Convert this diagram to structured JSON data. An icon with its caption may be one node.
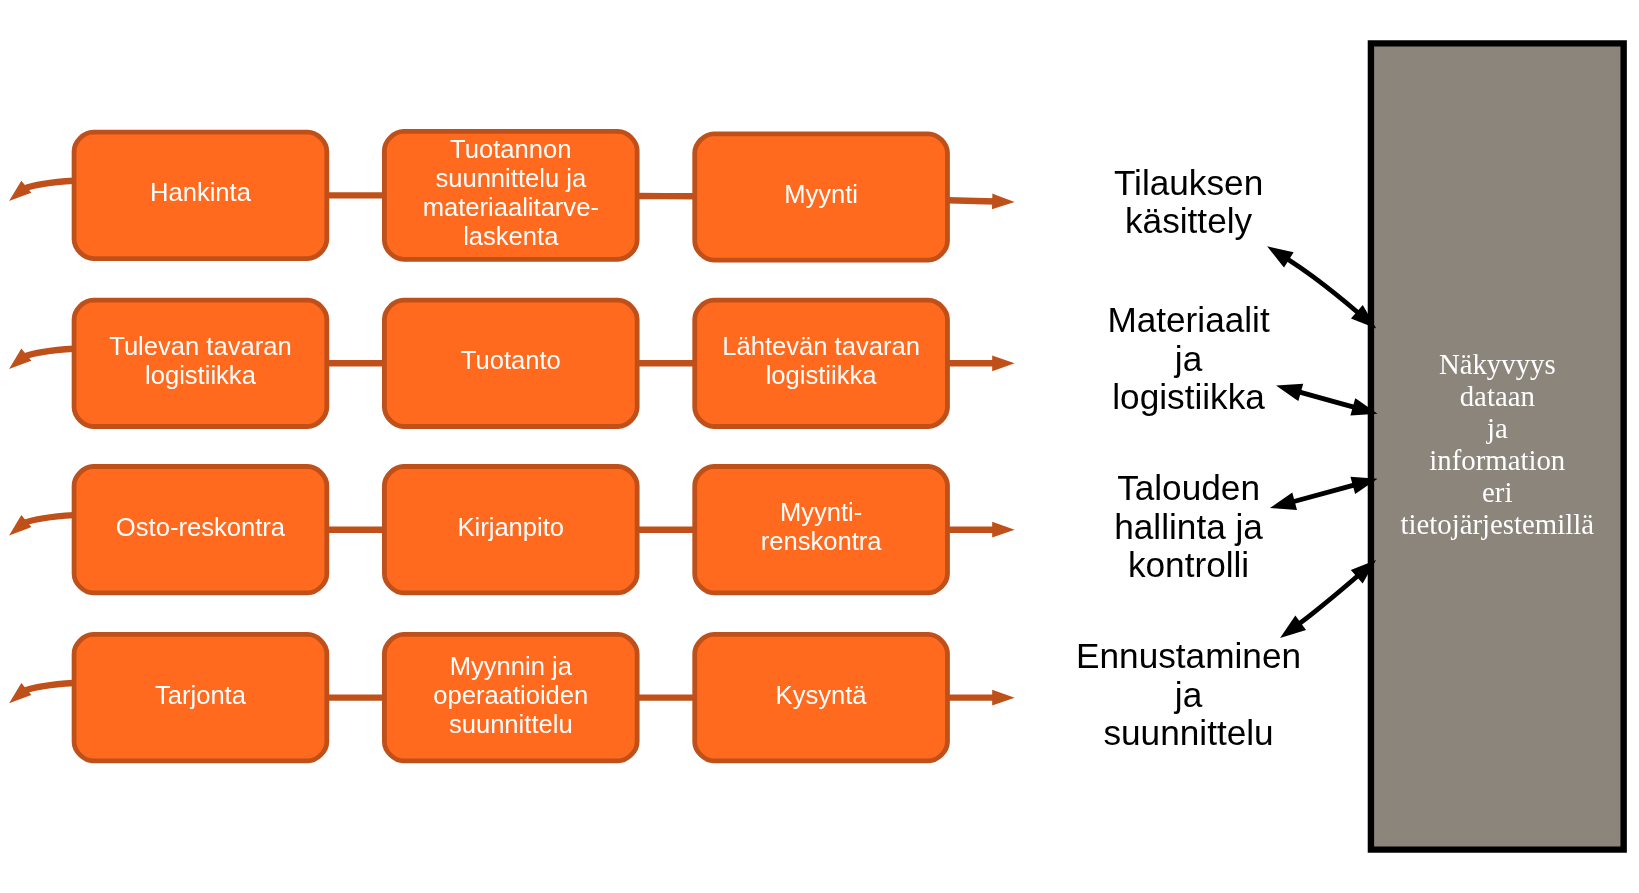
{
  "diagram": {
    "nodes": [
      {
        "text": [
          "Tarjonta"
        ]
      },
      {
        "text": [
          "Myynnin ja operaatioiden suunnittelu"
        ]
      },
      {
        "text": [
          "Kysyntä"
        ]
      },
      {
        "text": [
          "Ennustaminen ja suunnittelu"
        ]
      },
      {
        "text": [
          "Hankinta"
        ]
      },
      {
        "text": [
          "Tuotannon suunnittelu ja materiaalitarve-laskenta"
        ]
      },
      {
        "text": [
          "Myynti"
        ]
      },
      {
        "text": [
          "Tilauksen käsittely"
        ]
      },
      {
        "text": [
          "Tulevan tavaran logistiikka"
        ]
      },
      {
        "text": [
          "Tuotanto"
        ]
      },
      {
        "text": [
          "Lähtevän tavaran logistiikka"
        ]
      },
      {
        "text": [
          "Materiaalit ja logistiikka"
        ]
      },
      {
        "text": [
          "Osto-reskontra"
        ]
      },
      {
        "text": [
          "Kirjanpito"
        ]
      },
      {
        "text": [
          "Myynti-renskontra"
        ]
      },
      {
        "text": [
          "Talouden hallinta ja kontrolli"
        ]
      },
      {
        "text": [
          "Näkyvyys dataan ja information eri tietojärjestemillä"
        ]
      }
    ],
    "edges": [
      {
        "from": 0,
        "to": null,
        "arrow": "to"
      },
      {
        "from": 0,
        "to": 1,
        "arrow": "none"
      },
      {
        "from": 1,
        "to": 2,
        "arrow": "none"
      },
      {
        "from": 2,
        "to": null,
        "arrow": "to"
      },
      {
        "from": 3,
        "to": 16,
        "arrow": "both",
        "color": "#000000"
      },
      {
        "from": 4,
        "to": null,
        "arrow": "to"
      },
      {
        "from": 4,
        "to": 5,
        "arrow": "none"
      },
      {
        "from": 5,
        "to": 6,
        "arrow": "none"
      },
      {
        "from": 6,
        "to": null,
        "arrow": "to"
      },
      {
        "from": 7,
        "to": 16,
        "arrow": "both",
        "color": "#000000"
      },
      {
        "from": 8,
        "to": null,
        "arrow": "to"
      },
      {
        "from": 8,
        "to": 9,
        "arrow": "none"
      },
      {
        "from": 9,
        "to": 10,
        "arrow": "none"
      },
      {
        "from": 10,
        "to": null,
        "arrow": "to"
      },
      {
        "from": 11,
        "to": 16,
        "arrow": "both",
        "color": "#000000"
      },
      {
        "from": 12,
        "to": null,
        "arrow": "to"
      },
      {
        "from": 12,
        "to": 13,
        "arrow": "none"
      },
      {
        "from": 13,
        "to": 14,
        "arrow": "none"
      },
      {
        "from": 14,
        "to": null,
        "arrow": "to"
      },
      {
        "from": 15,
        "to": 16,
        "arrow": "both",
        "color": "#000000"
      }
    ]
  }
}
